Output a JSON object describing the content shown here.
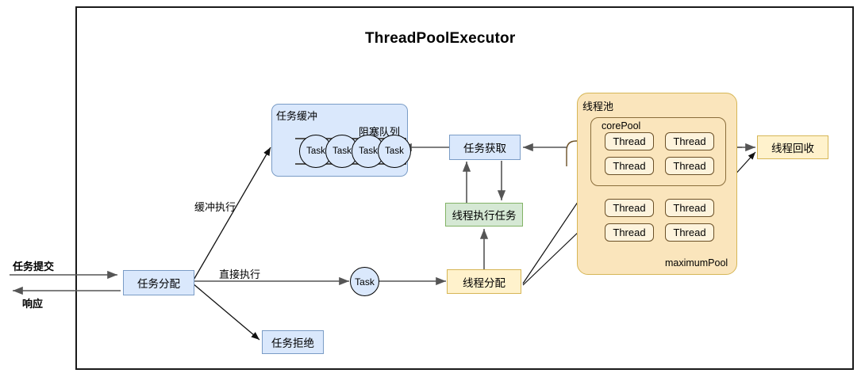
{
  "diagram": {
    "title": "ThreadPoolExecutor",
    "type": "flowchart"
  },
  "io": {
    "submit_label": "任务提交",
    "response_label": "响应"
  },
  "nodes": {
    "dispatch": "任务分配",
    "reject": "任务拒绝",
    "buffer_title": "任务缓冲",
    "queue_title": "阻塞队列",
    "fetch": "任务获取",
    "execute": "线程执行任务",
    "thread_dispatch": "线程分配",
    "pool_title": "线程池",
    "core_pool": "corePool",
    "maximum_pool": "maximumPool",
    "recycle": "线程回收",
    "task_circle": "Task",
    "thread": "Thread"
  },
  "queue_tasks": [
    "Task",
    "Task",
    "Task",
    "Task"
  ],
  "core_threads": [
    "Thread",
    "Thread",
    "Thread",
    "Thread"
  ],
  "maximum_threads": [
    "Thread",
    "Thread",
    "Thread",
    "Thread"
  ],
  "edge_labels": {
    "buffered": "缓冲执行",
    "direct": "直接执行"
  },
  "colors": {
    "blue_fill": "#dae8fc",
    "blue_stroke": "#7a9cc6",
    "green_fill": "#d5e8d4",
    "green_stroke": "#82b366",
    "cream_fill": "#fff2cc",
    "cream_stroke": "#d6b656",
    "pool_fill": "#fae5bc",
    "thread_fill": "#fdf3dc",
    "thread_stroke": "#6b5027",
    "edge": "#666666",
    "edge_dark": "#1a1a1a"
  }
}
